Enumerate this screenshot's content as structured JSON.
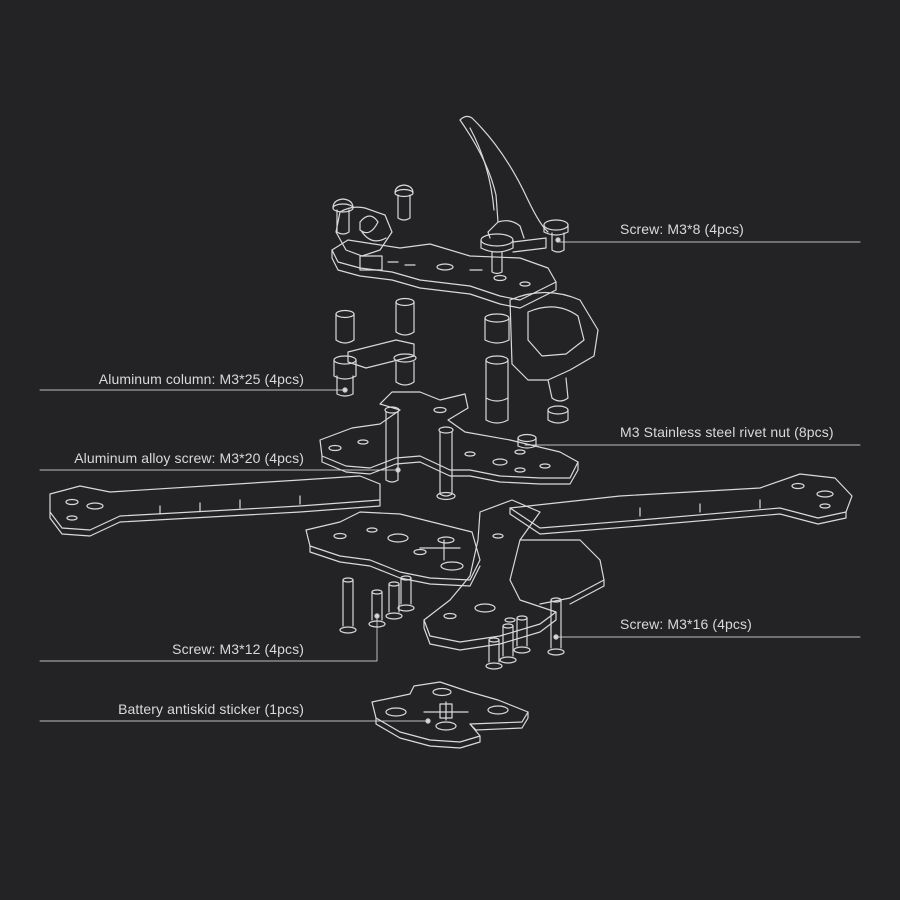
{
  "diagram": {
    "title": "Drone frame exploded view — parts list",
    "background_color": "#232325",
    "line_color": "#d9d9d9",
    "callouts": [
      {
        "id": "screw-m3x8",
        "label": "Screw: M3*8 (4pcs)",
        "side": "right"
      },
      {
        "id": "aluminum-column",
        "label": "Aluminum column: M3*25 (4pcs)",
        "side": "left"
      },
      {
        "id": "rivet-nut",
        "label": "M3 Stainless steel rivet nut (8pcs)",
        "side": "right"
      },
      {
        "id": "alloy-screw",
        "label": "Aluminum alloy screw: M3*20 (4pcs)",
        "side": "left"
      },
      {
        "id": "screw-m3x16",
        "label": "Screw: M3*16 (4pcs)",
        "side": "right"
      },
      {
        "id": "screw-m3x12",
        "label": "Screw: M3*12 (4pcs)",
        "side": "left"
      },
      {
        "id": "battery-sticker",
        "label": "Battery antiskid sticker (1pcs)",
        "side": "left"
      }
    ]
  }
}
